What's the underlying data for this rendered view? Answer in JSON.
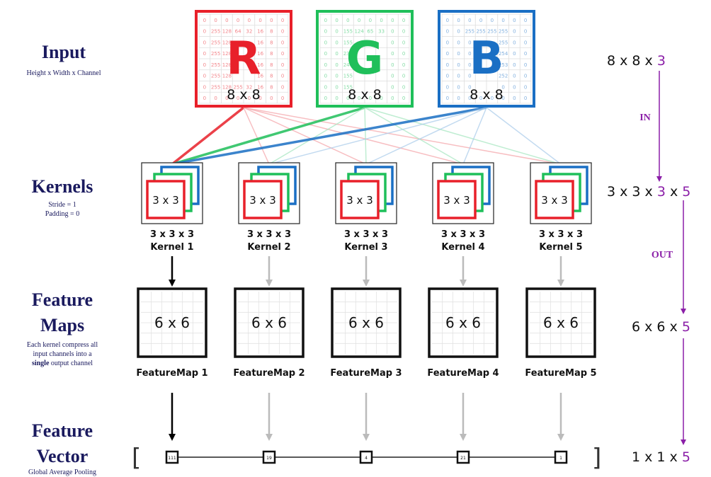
{
  "left_labels": {
    "input_title": "Input",
    "input_sub": "Height x Width x Channel",
    "kernels_title": "Kernels",
    "kernels_sub1": "Stride = 1",
    "kernels_sub2": "Padding = 0",
    "feature_maps_title1": "Feature",
    "feature_maps_title2": "Maps",
    "feature_maps_desc1": "Each kernel compress all",
    "feature_maps_desc2": "input channels into a",
    "feature_maps_desc3_bold": "single",
    "feature_maps_desc3_rest": " output channel",
    "vector_title1": "Feature",
    "vector_title2": "Vector",
    "vector_sub": "Global Average Pooling"
  },
  "colors": {
    "red": "#e8202a",
    "green": "#1fbf5a",
    "blue": "#1a6fc4",
    "navy": "#1a1a5e",
    "purple": "#8b1fa8",
    "grey_arrow": "#bbbbbb"
  },
  "channels": [
    {
      "letter": "R",
      "size": "8 x 8",
      "color": "#e8202a",
      "cells": [
        [
          "0",
          "0",
          "0",
          "0",
          "0",
          "0",
          "0",
          "0"
        ],
        [
          "0",
          "255",
          "128",
          "64",
          "32",
          "16",
          "8",
          "0"
        ],
        [
          "0",
          "255",
          "128",
          "",
          "",
          "16",
          "8",
          "0"
        ],
        [
          "0",
          "255",
          "128",
          "",
          "",
          "16",
          "8",
          "0"
        ],
        [
          "0",
          "255",
          "128",
          "",
          "",
          "16",
          "8",
          "0"
        ],
        [
          "0",
          "255",
          "128",
          "",
          "",
          "16",
          "8",
          "0"
        ],
        [
          "0",
          "255",
          "128",
          "255",
          "32",
          "16",
          "8",
          "0"
        ],
        [
          "0",
          "0",
          "0",
          "0",
          "0",
          "0",
          "0",
          "0"
        ]
      ]
    },
    {
      "letter": "G",
      "size": "8 x 8",
      "color": "#1fbf5a",
      "cells": [
        [
          "0",
          "0",
          "0",
          "0",
          "0",
          "0",
          "0",
          "0"
        ],
        [
          "0",
          "0",
          "155",
          "124",
          "65",
          "33",
          "0",
          "0"
        ],
        [
          "0",
          "0",
          "155",
          "",
          "",
          "",
          "0",
          "0"
        ],
        [
          "0",
          "0",
          "233",
          "",
          "",
          "",
          "0",
          "0"
        ],
        [
          "0",
          "0",
          "244",
          "",
          "",
          "",
          "0",
          "0"
        ],
        [
          "0",
          "0",
          "155",
          "",
          "",
          "",
          "0",
          "0"
        ],
        [
          "0",
          "0",
          "155",
          "",
          "",
          "",
          "0",
          "0"
        ],
        [
          "0",
          "0",
          "0",
          "0",
          "0",
          "0",
          "0",
          "0"
        ]
      ]
    },
    {
      "letter": "B",
      "size": "8 x 8",
      "color": "#1a6fc4",
      "cells": [
        [
          "0",
          "0",
          "0",
          "0",
          "0",
          "0",
          "0",
          "0"
        ],
        [
          "0",
          "0",
          "255",
          "255",
          "255",
          "255",
          "0",
          "0"
        ],
        [
          "0",
          "0",
          "0",
          "",
          "",
          "255",
          "0",
          "0"
        ],
        [
          "0",
          "0",
          "0",
          "",
          "",
          "254",
          "0",
          "0"
        ],
        [
          "0",
          "0",
          "0",
          "",
          "",
          "253",
          "0",
          "0"
        ],
        [
          "0",
          "0",
          "0",
          "",
          "",
          "252",
          "0",
          "0"
        ],
        [
          "0",
          "0",
          "0",
          "",
          "",
          "0",
          "0",
          "0"
        ],
        [
          "0",
          "0",
          "0",
          "0",
          "0",
          "0",
          "0",
          "0"
        ]
      ]
    }
  ],
  "kernels": [
    {
      "size": "3 x 3",
      "dims": "3 x 3 x 3",
      "name": "Kernel 1"
    },
    {
      "size": "3 x 3",
      "dims": "3 x 3 x 3",
      "name": "Kernel 2"
    },
    {
      "size": "3 x 3",
      "dims": "3 x 3 x 3",
      "name": "Kernel 3"
    },
    {
      "size": "3 x 3",
      "dims": "3 x 3 x 3",
      "name": "Kernel 4"
    },
    {
      "size": "3 x 3",
      "dims": "3 x 3 x 3",
      "name": "Kernel 5"
    }
  ],
  "feature_maps": [
    {
      "size": "6 x 6",
      "name": "FeatureMap 1"
    },
    {
      "size": "6 x 6",
      "name": "FeatureMap 2"
    },
    {
      "size": "6 x 6",
      "name": "FeatureMap 3"
    },
    {
      "size": "6 x 6",
      "name": "FeatureMap 4"
    },
    {
      "size": "6 x 6",
      "name": "FeatureMap 5"
    }
  ],
  "feature_vector": {
    "values": [
      "111",
      "19",
      "4",
      "21",
      "1"
    ],
    "bracket_open": "[",
    "bracket_close": "]"
  },
  "right_dims": {
    "input": {
      "base": "8 x 8 x ",
      "highlight": "3"
    },
    "kernels": {
      "base": "3 x 3 x ",
      "highlight1": "3",
      "mid": " x ",
      "highlight2": "5"
    },
    "feature_maps": {
      "base": "6 x 6 x ",
      "highlight": "5"
    },
    "vector": {
      "base": "1 x 1 x ",
      "highlight": "5"
    },
    "in_label": "IN",
    "out_label": "OUT"
  }
}
